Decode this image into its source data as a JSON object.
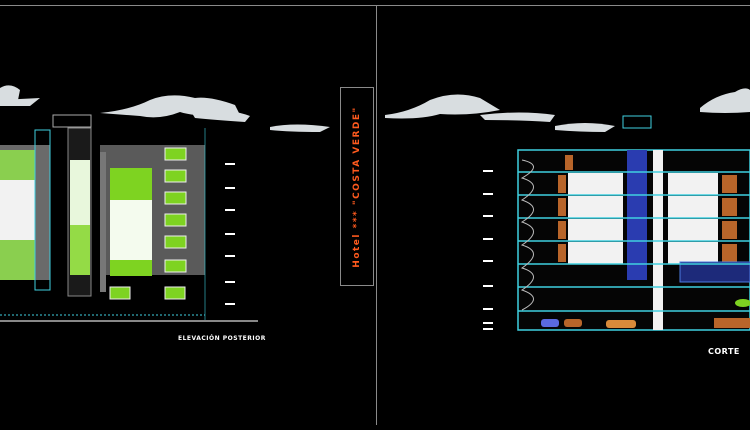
{
  "drawing": {
    "title": "Hotel ***  \"COSTA VERDE\"",
    "views": [
      {
        "label": "ELEVACIÓN POSTERIOR"
      },
      {
        "label": "CORTE"
      }
    ]
  },
  "colors": {
    "background": "#000000",
    "title_text": "#ff5a1e",
    "glazing": "#7ed321",
    "structure": "#3fd0e0",
    "facade": "#5a5a5a",
    "doors": "#b8652a",
    "frame": "#8a8a8a"
  }
}
